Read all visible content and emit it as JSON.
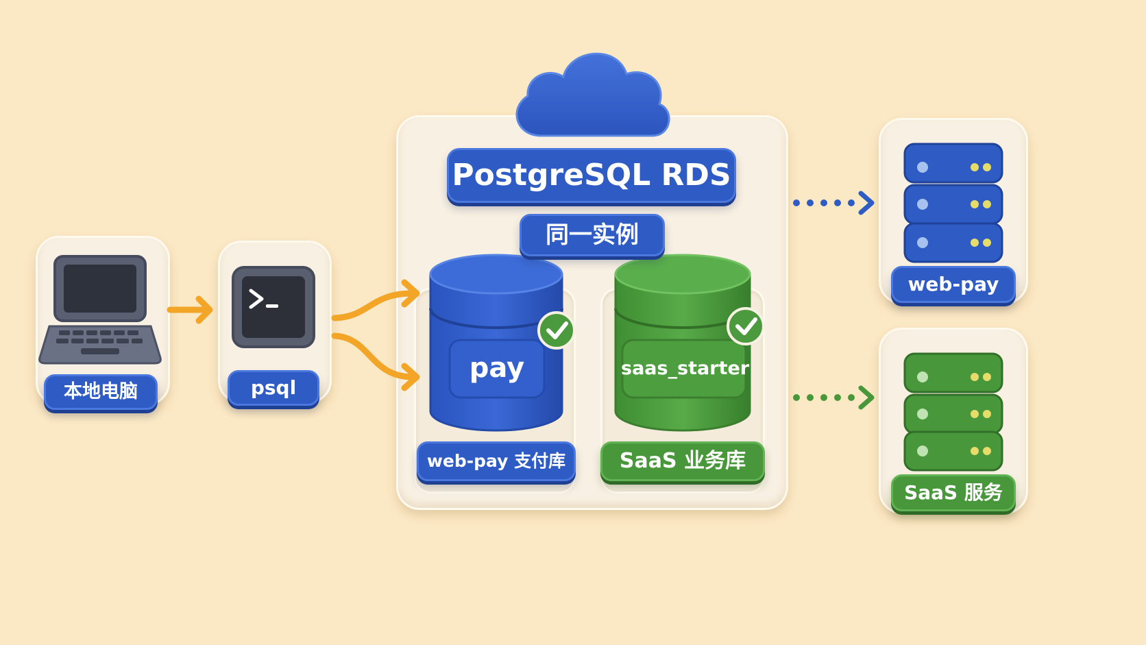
{
  "nodes": {
    "laptop_label": "本地电脑",
    "psql_label": "psql",
    "rds_title": "PostgreSQL RDS",
    "rds_subtitle": "同一实例",
    "db_pay_name": "pay",
    "db_pay_label": "web-pay 支付库",
    "db_saas_name": "saas_starter",
    "db_saas_label": "SaaS 业务库",
    "server_webpay_label": "web-pay",
    "server_saas_label": "SaaS 服务"
  },
  "icons": {
    "cloud": "cloud-icon",
    "laptop": "laptop-icon",
    "terminal": "terminal-icon",
    "database": "database-icon",
    "check": "checkmark-icon",
    "server": "server-rack-icon",
    "arrow": "arrow-icon"
  },
  "colors": {
    "background": "#FBE8C4",
    "card": "#F8F0E2",
    "blue": "#2F5BC5",
    "green": "#48973B",
    "orange_arrow": "#F2A526",
    "blue_arrow": "#2F5BC5",
    "green_arrow": "#48973B"
  }
}
